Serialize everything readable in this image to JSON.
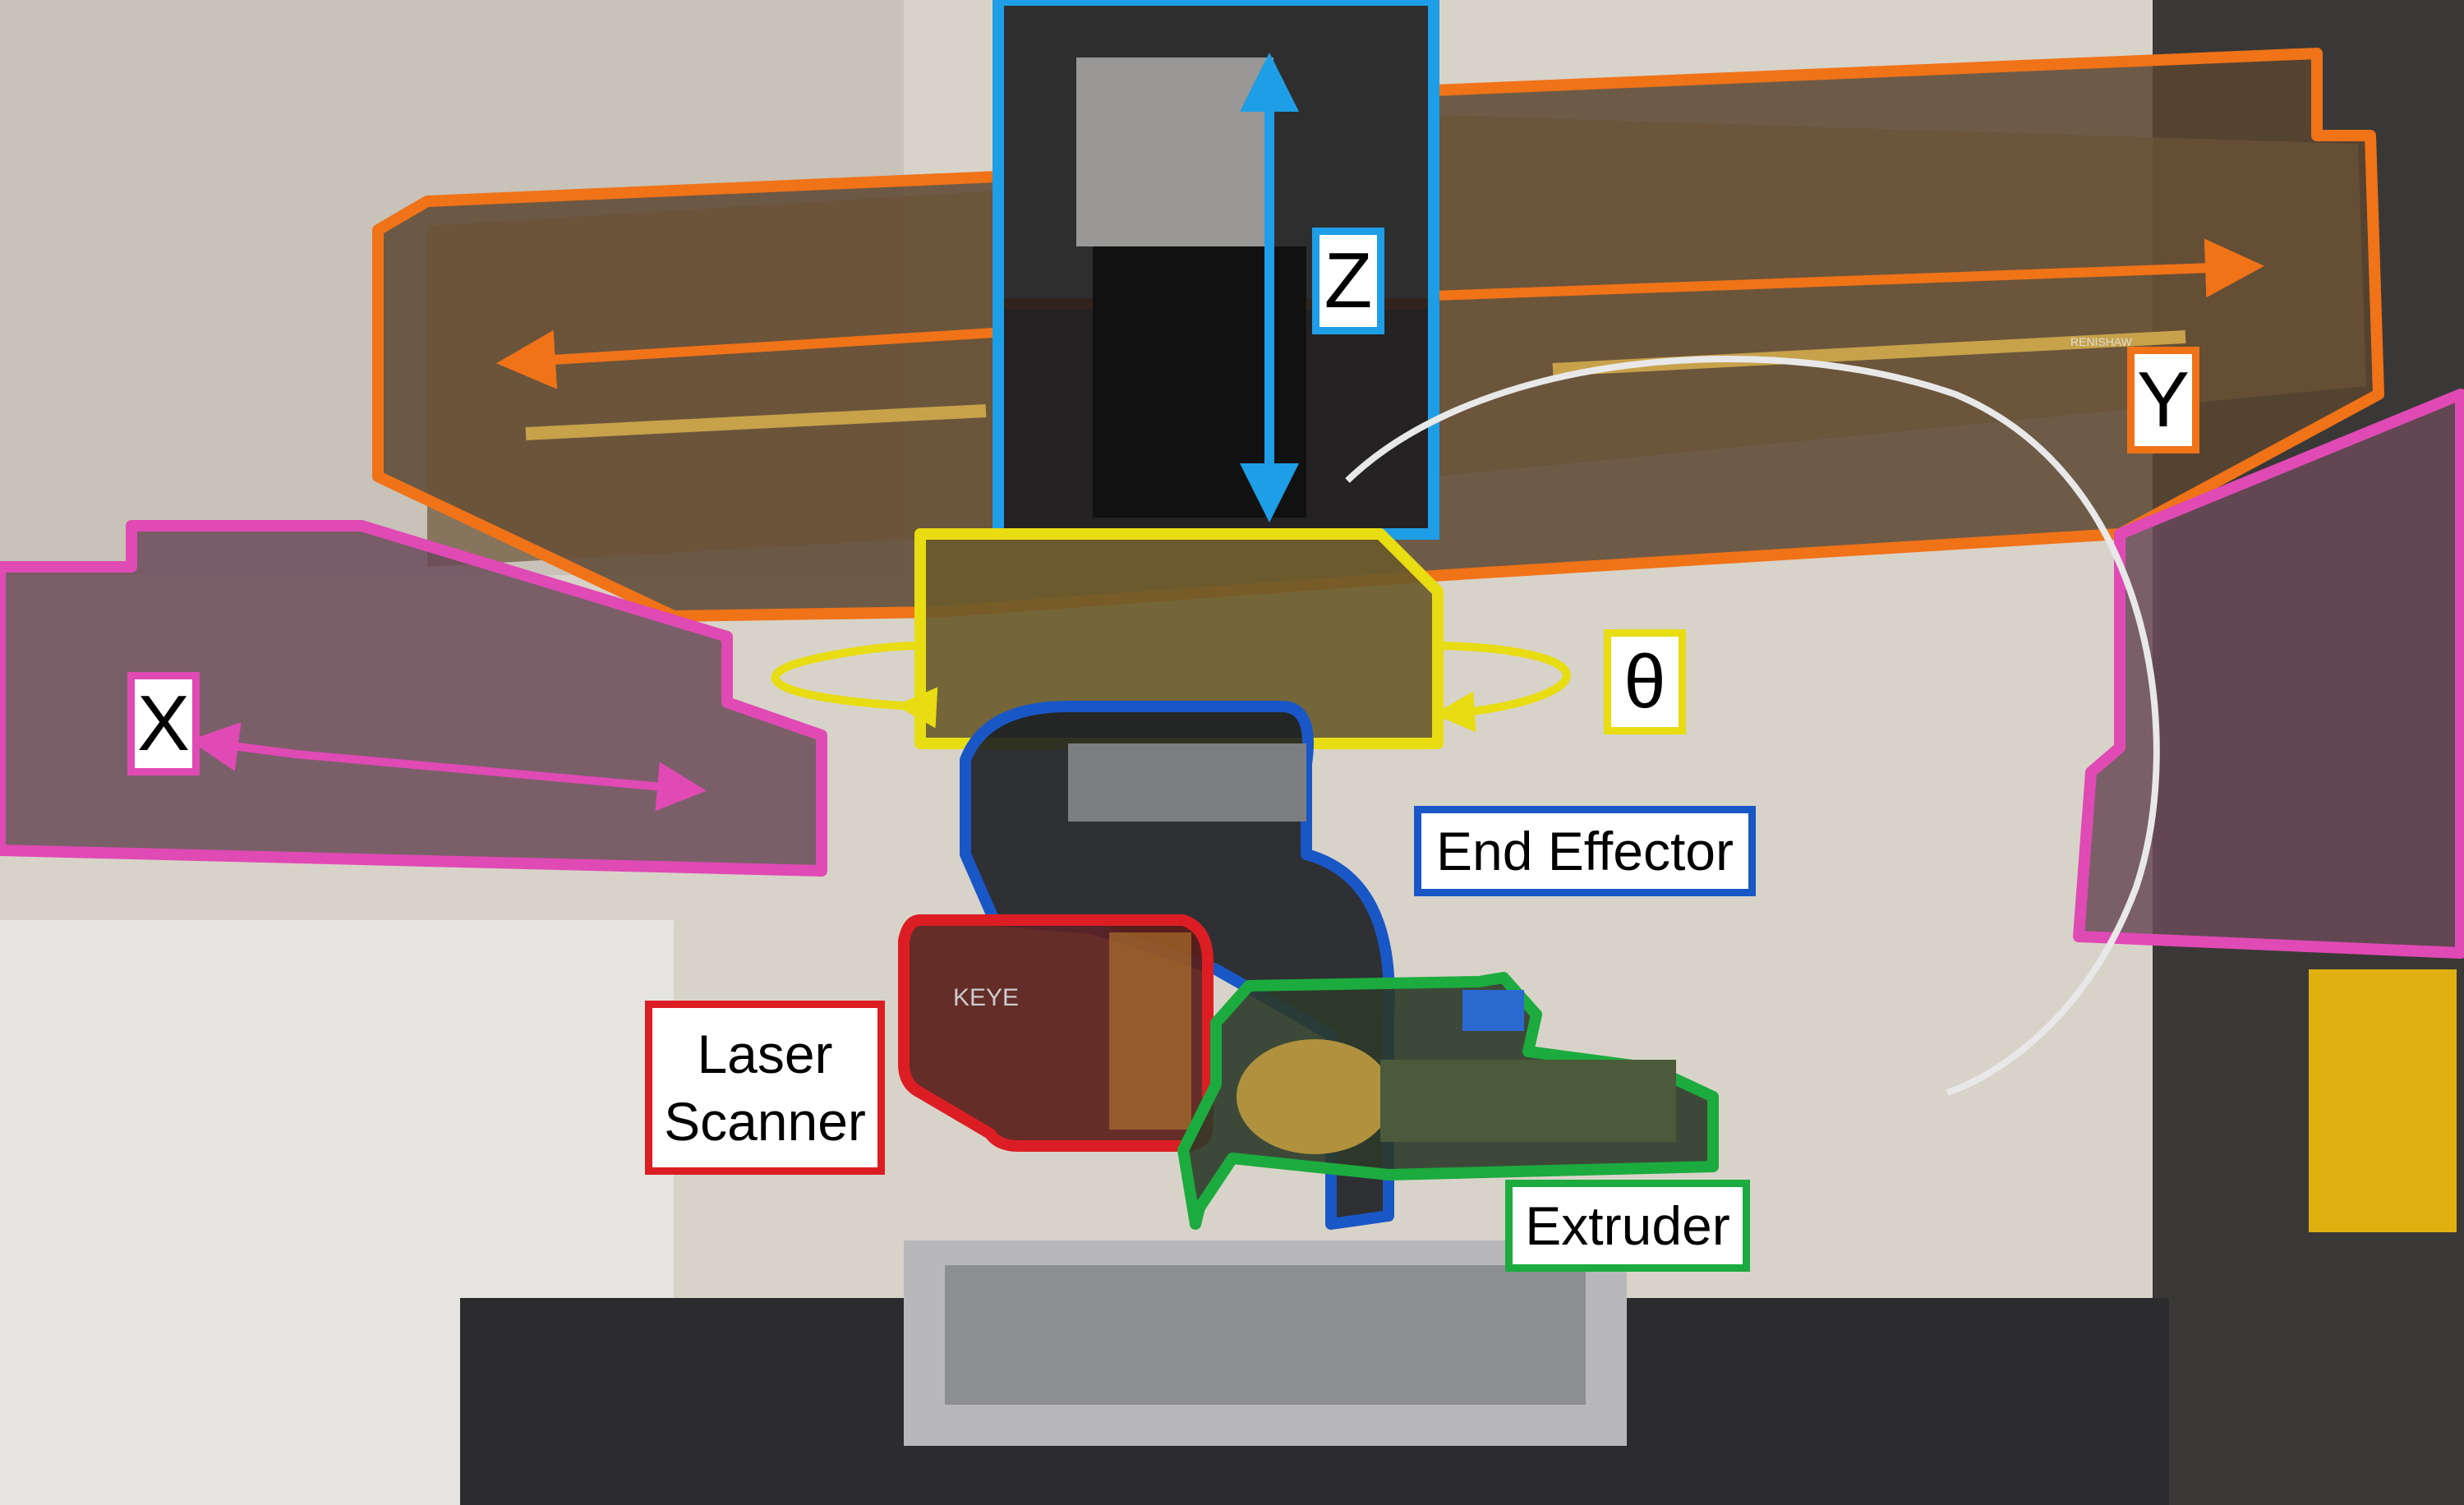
{
  "labels": {
    "z": "Z",
    "y": "Y",
    "x": "X",
    "theta": "θ",
    "end_effector": "End Effector",
    "laser_scanner": "Laser\nScanner",
    "extruder": "Extruder"
  },
  "colors": {
    "x_axis": "#e04ab4",
    "y_axis": "#f07318",
    "z_axis": "#1e9ee6",
    "theta_axis": "#e8dc12",
    "end_effector": "#1a57c6",
    "laser_scanner": "#dc1e24",
    "extruder": "#1cab3e"
  },
  "photo_marks": {
    "manufacturer_plate": "RENISHAW",
    "scanner_brand": "KEYE"
  }
}
